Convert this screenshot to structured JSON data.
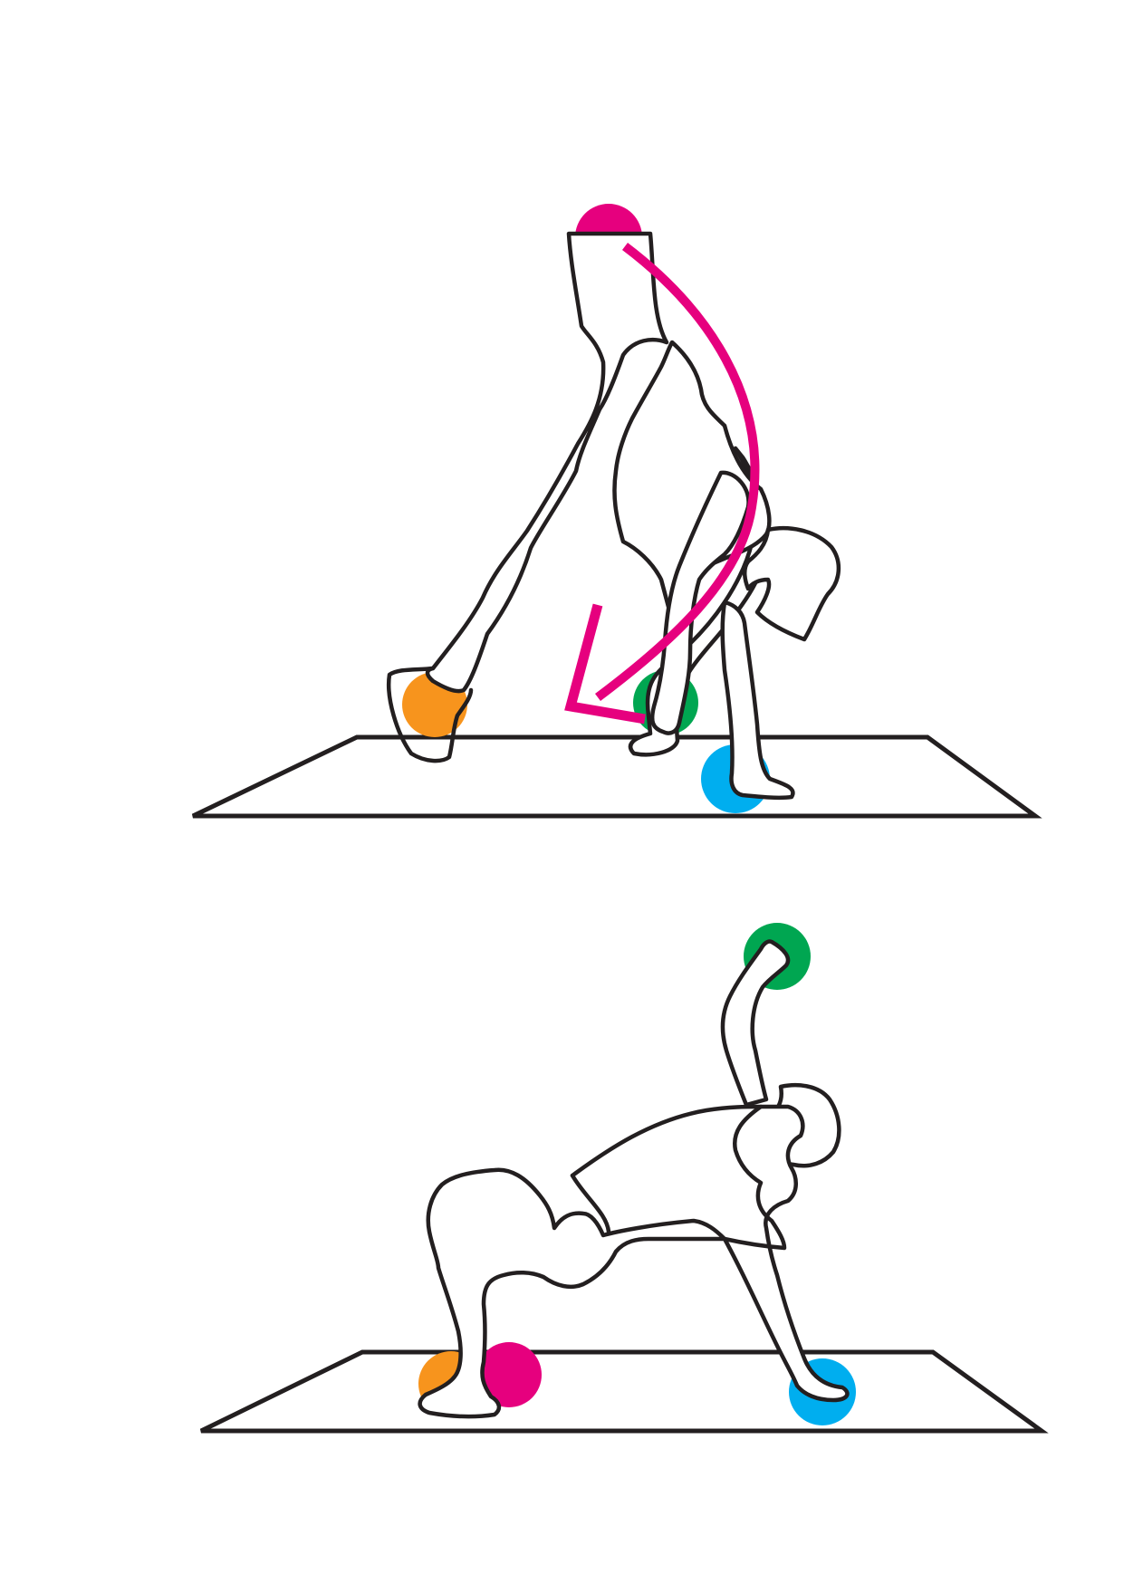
{
  "figures": [
    {
      "id": "top",
      "pose": "lunge-twist",
      "markers": [
        {
          "name": "right-hand-marker",
          "color": "pink"
        },
        {
          "name": "left-hand-marker",
          "color": "orange"
        },
        {
          "name": "left-foot-marker",
          "color": "green"
        },
        {
          "name": "right-foot-marker",
          "color": "blue"
        }
      ],
      "movement_arrow": {
        "color": "pink"
      }
    },
    {
      "id": "bottom",
      "pose": "bridge-reach",
      "markers": [
        {
          "name": "hand-marker",
          "color": "green"
        },
        {
          "name": "foot-orange-marker",
          "color": "orange"
        },
        {
          "name": "foot-pink-marker",
          "color": "pink"
        },
        {
          "name": "hand-blue-marker",
          "color": "blue"
        }
      ]
    }
  ],
  "colors": {
    "pink": "#e6007e",
    "orange": "#f7941d",
    "green": "#00a651",
    "blue": "#00aeef",
    "outline": "#231f20"
  }
}
